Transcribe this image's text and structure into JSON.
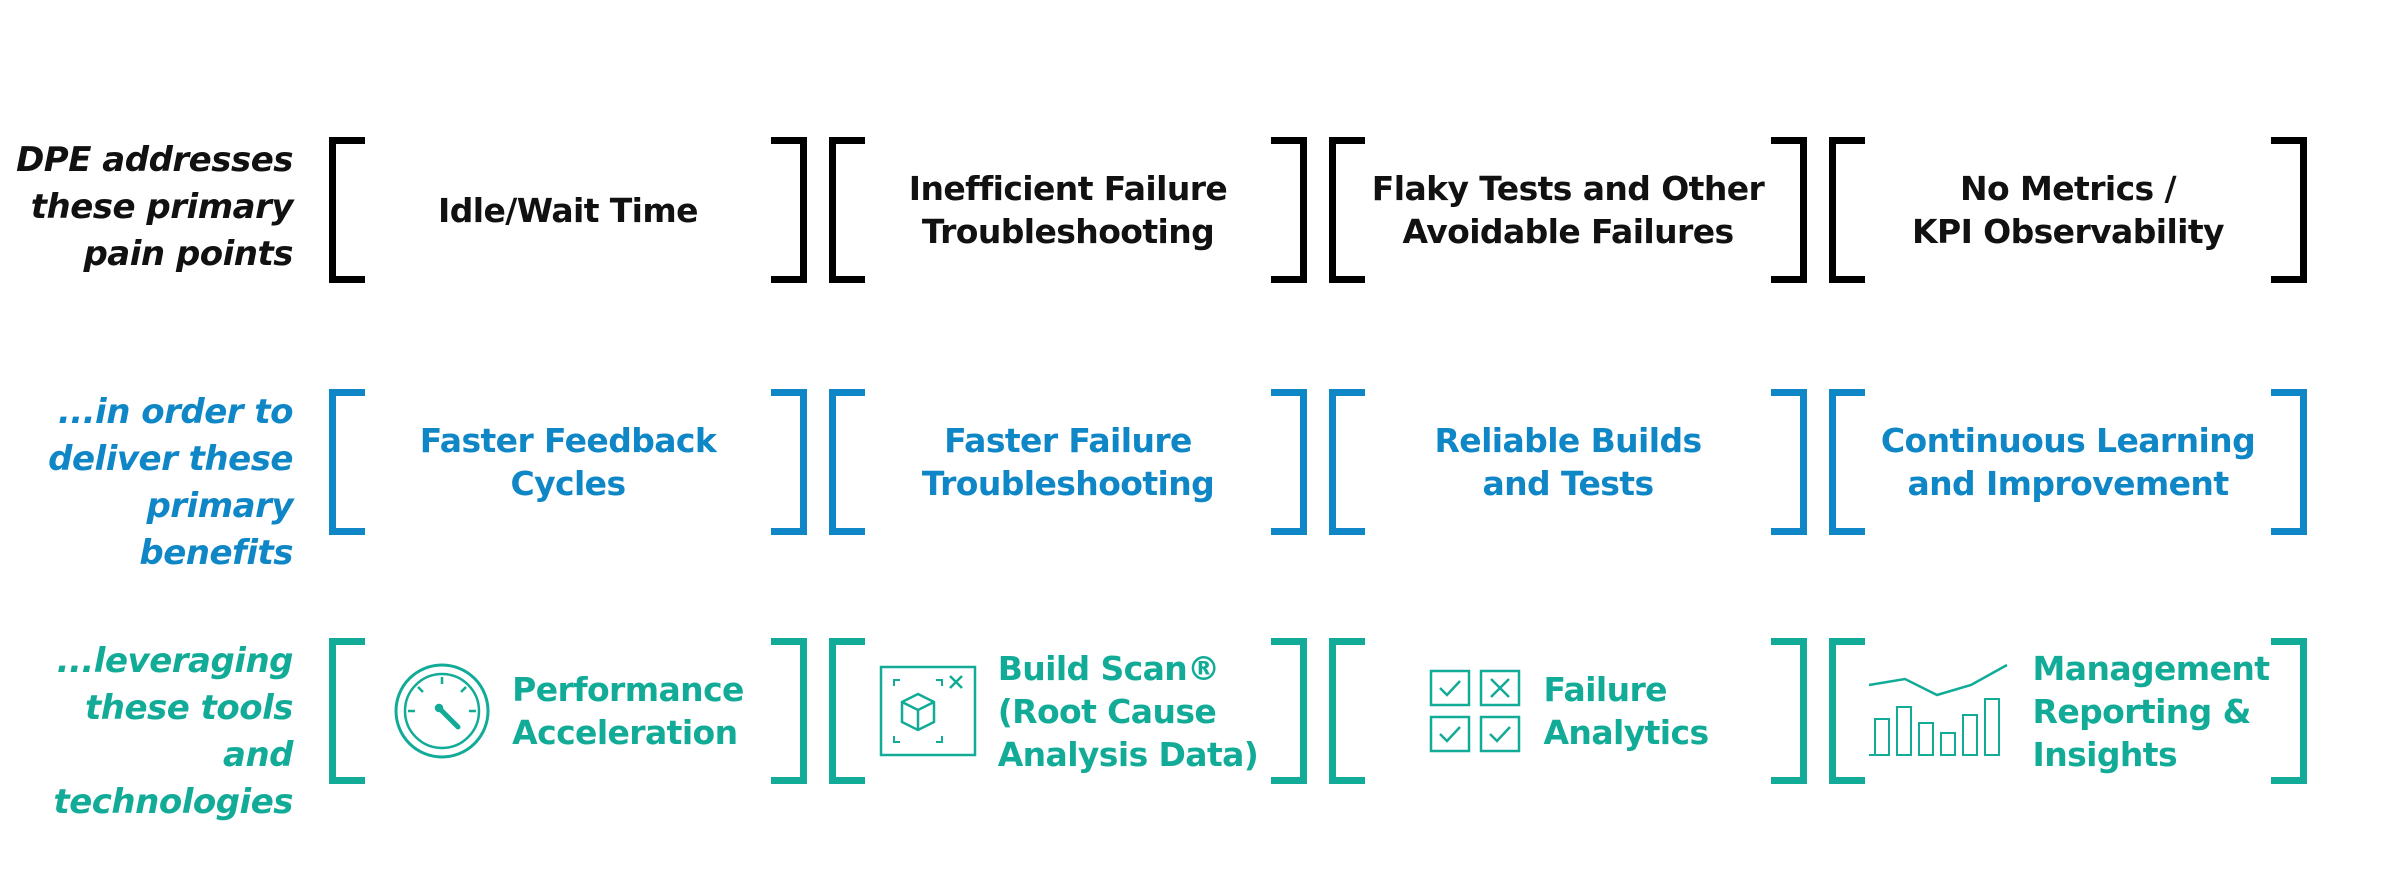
{
  "colors": {
    "pain": "#000000",
    "benefit": "#0f86c6",
    "tool": "#12ab97"
  },
  "rows": [
    {
      "label": "DPE addresses\nthese primary\npain points",
      "cells": [
        "Idle/Wait Time",
        "Inefficient Failure\nTroubleshooting",
        "Flaky Tests and Other\nAvoidable Failures",
        "No Metrics /\nKPI Observability"
      ]
    },
    {
      "label": "...in order to\ndeliver these\nprimary benefits",
      "cells": [
        "Faster Feedback\nCycles",
        "Faster Failure\nTroubleshooting",
        "Reliable Builds\nand Tests",
        "Continuous Learning\nand Improvement"
      ]
    },
    {
      "label": "...leveraging\nthese tools\nand technologies",
      "cells": [
        {
          "text": "Performance\nAcceleration",
          "icon": "speedometer-icon"
        },
        {
          "text": "Build Scan®\n(Root Cause\nAnalysis Data)",
          "icon": "build-scan-cube-icon"
        },
        {
          "text": "Failure\nAnalytics",
          "icon": "checklist-icon"
        },
        {
          "text": "Management\nReporting &\nInsights",
          "icon": "bar-line-chart-icon"
        }
      ]
    }
  ]
}
